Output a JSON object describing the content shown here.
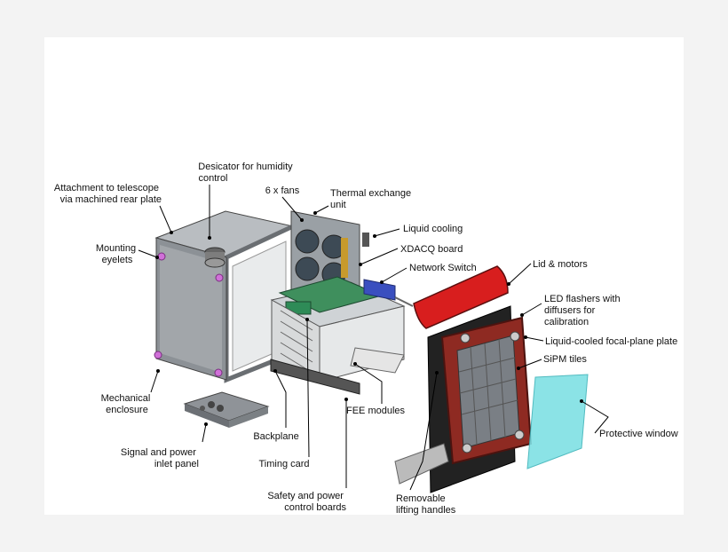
{
  "diagram": {
    "colors": {
      "background": "#f3f3f3",
      "panel": "#ffffff",
      "enclosure": "#8c9196",
      "lid": "#d81e1e",
      "focal_plate": "#8e2a22",
      "window": "#7fe0e4",
      "board": "#2e8b57",
      "switch": "#3a4fbf",
      "eyelet": "#d070d8"
    },
    "labels": {
      "desiccator": [
        "Desicator for humidity",
        "control"
      ],
      "attachment": [
        "Attachment to telescope",
        "via machined rear plate"
      ],
      "fans": [
        "6 x fans"
      ],
      "thermal": [
        "Thermal exchange",
        "unit"
      ],
      "liquid_cooling": [
        "Liquid cooling"
      ],
      "xdacq": [
        "XDACQ board"
      ],
      "network_switch": [
        "Network Switch"
      ],
      "lid_motors": [
        "Lid & motors"
      ],
      "mounting_eyelets": [
        "Mounting",
        "eyelets"
      ],
      "led_flashers": [
        "LED flashers with",
        "diffusers for",
        "calibration"
      ],
      "focal_plane": [
        "Liquid-cooled focal-plane plate"
      ],
      "sipm_tiles": [
        "SiPM tiles"
      ],
      "mechanical_enclosure": [
        "Mechanical",
        "enclosure"
      ],
      "fee_modules": [
        "FEE modules"
      ],
      "protective_window": [
        "Protective window"
      ],
      "backplane": [
        "Backplane"
      ],
      "signal_power": [
        "Signal and power",
        "inlet panel"
      ],
      "timing_card": [
        "Timing card"
      ],
      "safety_power": [
        "Safety and power",
        "control boards"
      ],
      "lifting_handles": [
        "Removable",
        "lifting handles"
      ]
    }
  }
}
